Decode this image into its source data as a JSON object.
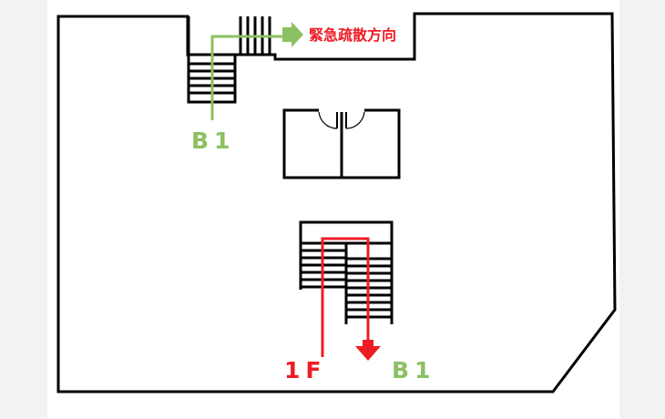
{
  "colors": {
    "wall": "#000000",
    "green_route": "#8cc063",
    "red_route": "#ee1c25",
    "side_band": "#f2f2f2",
    "background": "#ffffff"
  },
  "labels": {
    "exit_direction": "緊急疏散方向",
    "top_stair_floor": "B1",
    "bottom_stair_from": "1F",
    "bottom_stair_to": "B1"
  }
}
